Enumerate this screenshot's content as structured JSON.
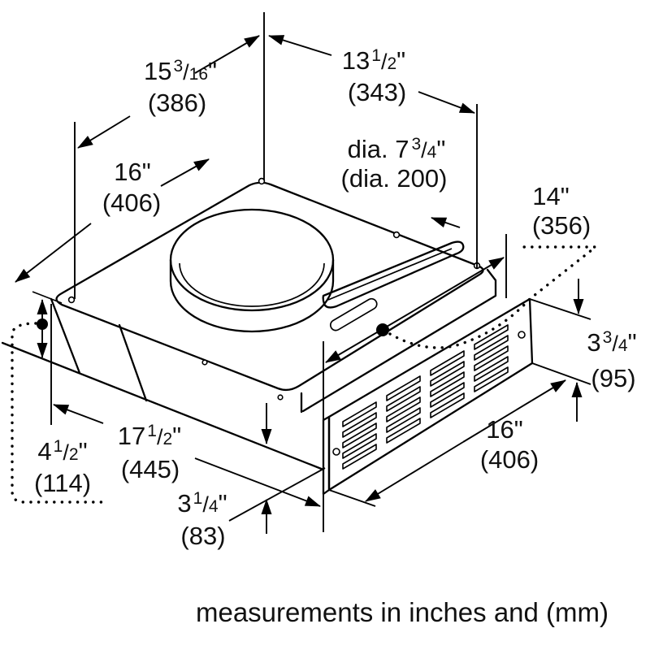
{
  "figure": {
    "type": "technical-dimension-drawing",
    "subject": "range hood insert isometric view",
    "caption": "measurements in inches and (mm)",
    "colors": {
      "line": "#000000",
      "background": "#ffffff"
    }
  },
  "dimensions": {
    "back_edge_width": {
      "w": "15",
      "n": "3",
      "s": "/",
      "d": "16",
      "u": "\"",
      "mm": "(386)"
    },
    "top_right_width": {
      "w": "13",
      "n": "1",
      "s": "/",
      "d": "2",
      "u": "\"",
      "mm": "(343)"
    },
    "top_left_depth": {
      "w": "16",
      "n": "",
      "s": "",
      "d": "",
      "u": "\"",
      "mm": "(406)"
    },
    "duct_diameter": {
      "w": "dia. 7",
      "n": "3",
      "s": "/",
      "d": "4",
      "u": "\"",
      "mm": "(dia. 200)"
    },
    "front_depth": {
      "w": "14",
      "n": "",
      "s": "",
      "d": "",
      "u": "\"",
      "mm": "(356)"
    },
    "vent_height": {
      "w": "3",
      "n": "3",
      "s": "/",
      "d": "4",
      "u": "\"",
      "mm": "(95)"
    },
    "vent_width": {
      "w": "16",
      "n": "",
      "s": "",
      "d": "",
      "u": "\"",
      "mm": "(406)"
    },
    "body_front_width": {
      "w": "17",
      "n": "1",
      "s": "/",
      "d": "2",
      "u": "\"",
      "mm": "(445)"
    },
    "body_left_height": {
      "w": "4",
      "n": "1",
      "s": "/",
      "d": "2",
      "u": "\"",
      "mm": "(114)"
    },
    "lip_height": {
      "w": "3",
      "n": "1",
      "s": "/",
      "d": "4",
      "u": "\"",
      "mm": "(83)"
    }
  }
}
